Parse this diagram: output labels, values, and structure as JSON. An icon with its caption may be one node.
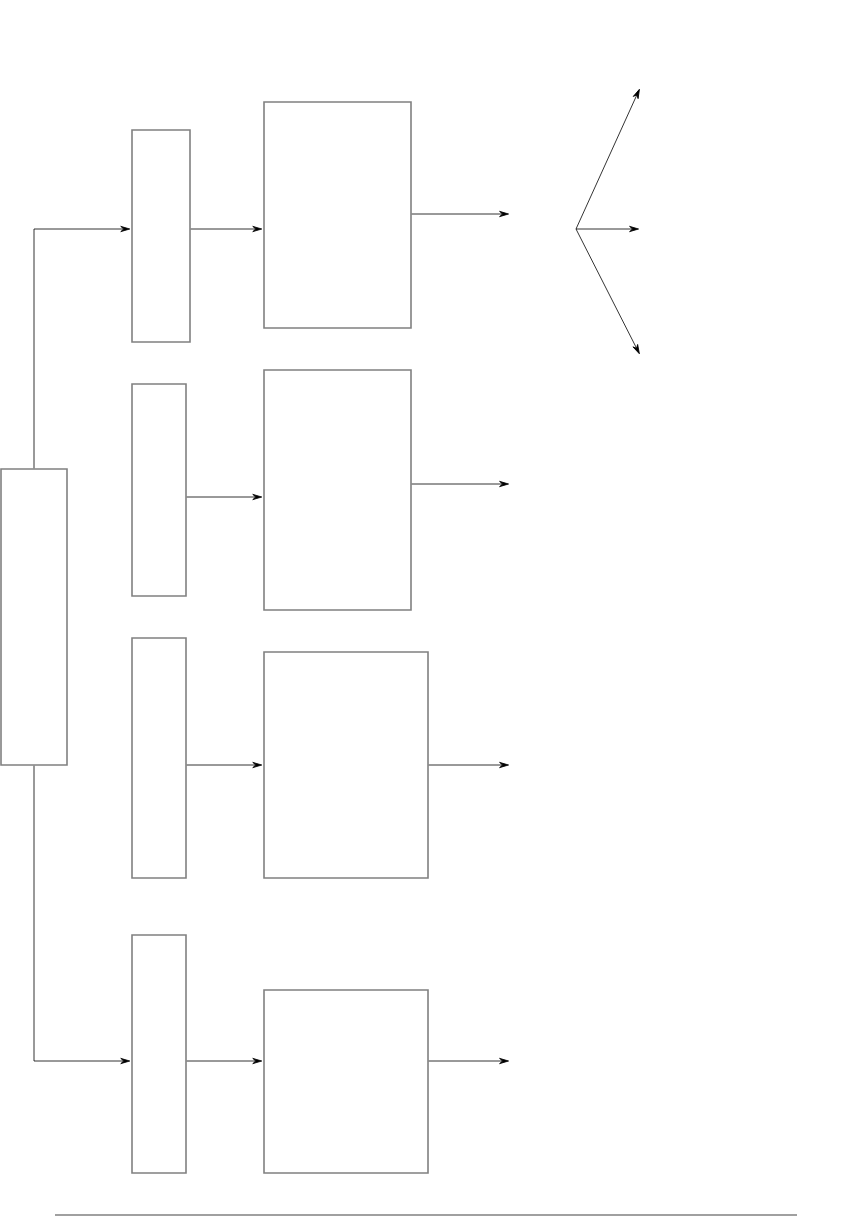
{
  "diagram": {
    "nodes": [
      {
        "text": [],
        "shape": "box"
      },
      {
        "text": [],
        "shape": "box"
      },
      {
        "text": [],
        "shape": "box"
      },
      {
        "text": [],
        "shape": "box"
      },
      {
        "text": [],
        "shape": "box"
      },
      {
        "text": [],
        "shape": "box"
      },
      {
        "text": [],
        "shape": "box"
      },
      {
        "text": [],
        "shape": "box"
      },
      {
        "text": [],
        "shape": "box"
      }
    ],
    "edges": [
      {
        "from": 0,
        "to": 1,
        "arrow": "to"
      },
      {
        "from": 0,
        "to": 7,
        "arrow": "to"
      },
      {
        "from": 1,
        "to": 2,
        "arrow": "to"
      },
      {
        "from": 2,
        "to": null,
        "arrow": "to"
      },
      {
        "from": 3,
        "to": 4,
        "arrow": "to"
      },
      {
        "from": 4,
        "to": null,
        "arrow": "to"
      },
      {
        "from": 5,
        "to": 6,
        "arrow": "to"
      },
      {
        "from": 6,
        "to": null,
        "arrow": "to"
      },
      {
        "from": 7,
        "to": 8,
        "arrow": "to"
      },
      {
        "from": 8,
        "to": null,
        "arrow": "to"
      }
    ]
  }
}
